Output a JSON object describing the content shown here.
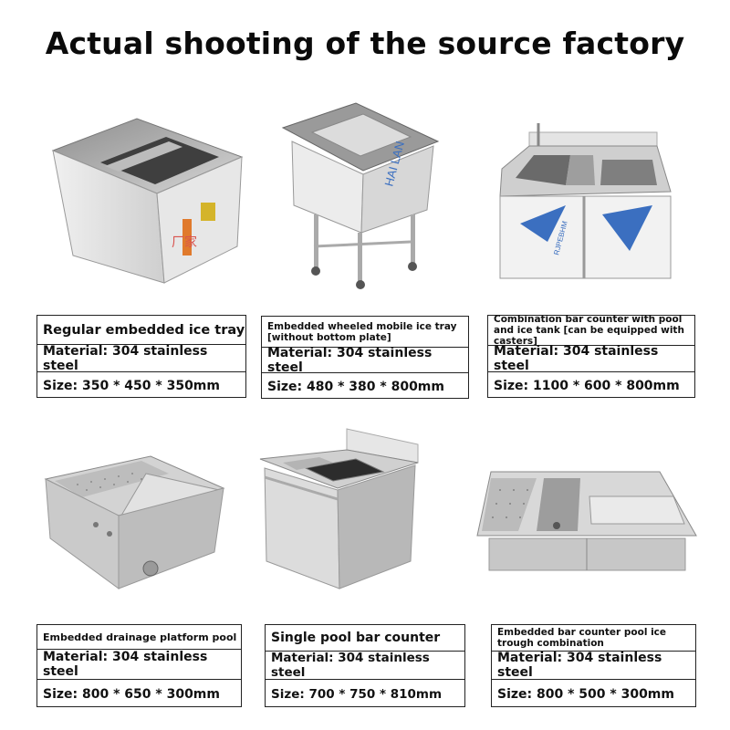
{
  "title": "Actual shooting of the source factory",
  "products": [
    {
      "name": "Regular embedded ice tray",
      "material": "Material: 304 stainless steel",
      "size": "Size: 350 * 450 * 350mm",
      "brand": "厂家"
    },
    {
      "name": "Embedded wheeled mobile ice tray [without bottom plate]",
      "material": "Material: 304 stainless steel",
      "size": "Size: 480 * 380 * 800mm",
      "brand": "HAI LAN"
    },
    {
      "name": "Combination bar counter with pool and ice tank [can be equipped with casters]",
      "material": "Material: 304 stainless steel",
      "size": "Size: 1100 * 600 * 800mm",
      "brand": "RJPEBHM"
    },
    {
      "name": "Embedded drainage platform pool",
      "material": "Material: 304 stainless steel",
      "size": "Size: 800 * 650 * 300mm",
      "brand": ""
    },
    {
      "name": "Single pool bar counter",
      "material": "Material: 304 stainless steel",
      "size": "Size: 700 * 750 * 810mm",
      "brand": ""
    },
    {
      "name": "Embedded bar counter pool ice trough combination",
      "material": "Material: 304 stainless steel",
      "size": "Size: 800 * 500 * 300mm",
      "brand": ""
    }
  ]
}
